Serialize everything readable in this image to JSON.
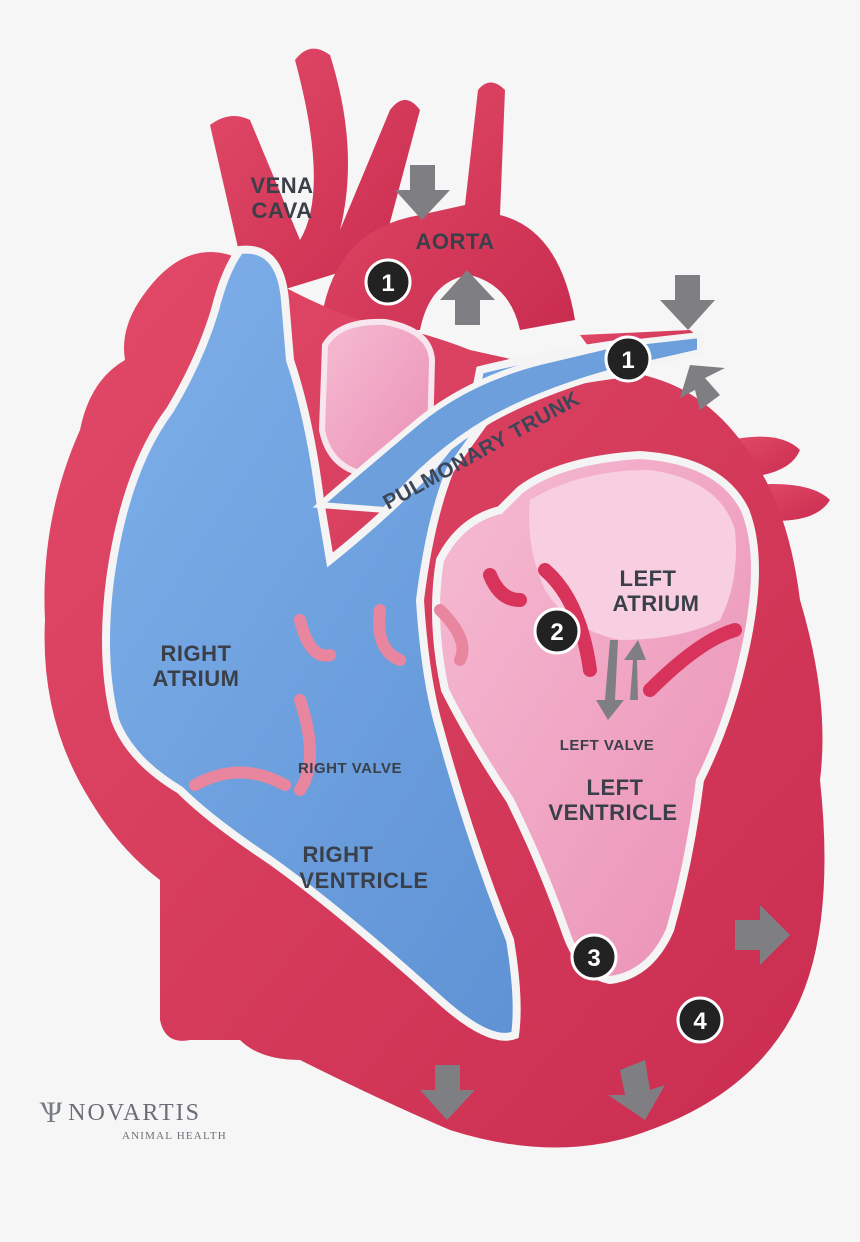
{
  "labels": {
    "vena_cava_1": "VENA",
    "vena_cava_2": "CAVA",
    "aorta": "AORTA",
    "pulmonary_trunk": "PULMONARY TRUNK",
    "right_atrium_1": "RIGHT",
    "right_atrium_2": "ATRIUM",
    "right_valve": "RIGHT VALVE",
    "right_ventricle_1": "RIGHT",
    "right_ventricle_2": "VENTRICLE",
    "left_atrium_1": "LEFT",
    "left_atrium_2": "ATRIUM",
    "left_valve": "LEFT VALVE",
    "left_ventricle_1": "LEFT",
    "left_ventricle_2": "VENTRICLE"
  },
  "markers": {
    "aorta": "1",
    "pulmonary": "1",
    "left_valve": "2",
    "apex": "3",
    "wall": "4"
  },
  "brand": {
    "mark": "Ѱ",
    "name": "NOVARTIS",
    "subtitle": "ANIMAL HEALTH"
  },
  "colors": {
    "muscle": "#d93a5a",
    "right_side_blood": "#6d9fdc",
    "left_side_chamber": "#f2a7c4",
    "arrow": "#7f7f83",
    "badge": "#222222"
  }
}
